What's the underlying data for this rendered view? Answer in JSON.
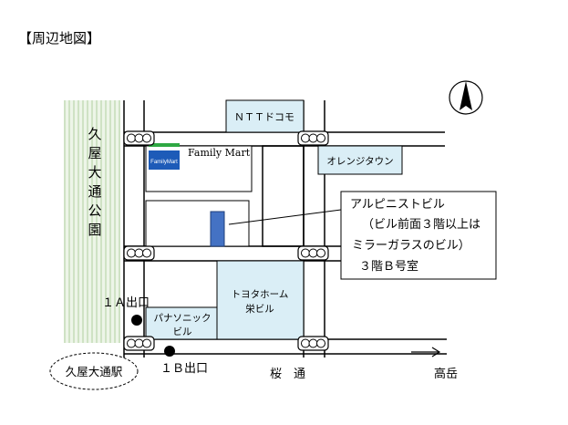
{
  "heading": "【周辺地図】",
  "park": {
    "chars": [
      "久",
      "屋",
      "大",
      "通",
      "公",
      "園"
    ]
  },
  "buildings": {
    "ntt": "ＮＴＴドコモ",
    "familymart": "Family Mart",
    "familymart_logo": "FamilyMart",
    "orange": "オレンジタウン",
    "toyota": [
      "トヨタホーム",
      "栄ビル"
    ],
    "panasonic": [
      "パナソニック",
      "ビル"
    ]
  },
  "callout": {
    "lines": [
      "アルピニストビル",
      "（ビル前面３階以上は",
      "ミラーガラスのビル）",
      "３階Ｂ号室"
    ]
  },
  "exits": {
    "exit_1a": "１Ａ出口",
    "exit_1b": "１Ｂ出口"
  },
  "station": "久屋大通駅",
  "road": "桜　通",
  "direction": {
    "label": "高岳",
    "arrow": "→"
  },
  "compass": "N",
  "colors": {
    "park_fill": "#edf5e8",
    "park_stripe": "#cfe2c4",
    "building_blue": "#daeef6",
    "target": "#4472c4",
    "fm_green": "#2ea843",
    "fm_blue": "#1d5bb8"
  }
}
